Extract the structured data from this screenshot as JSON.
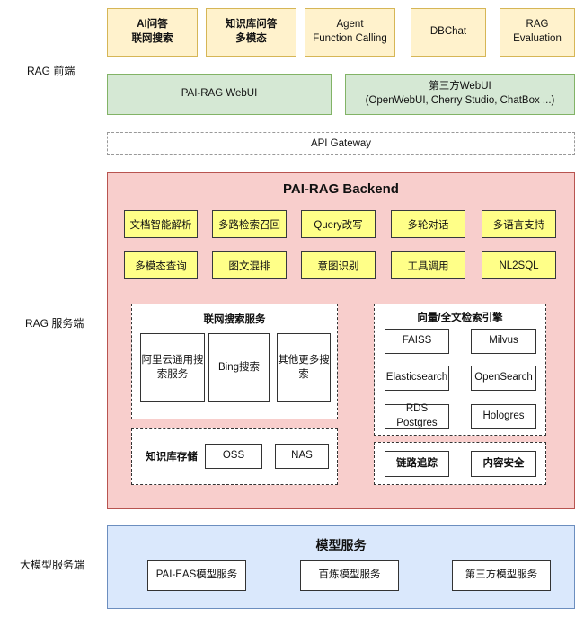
{
  "tiers": {
    "frontend": "RAG 前端",
    "service": "RAG 服务端",
    "model": "大模型服务端"
  },
  "frontend": {
    "apps": [
      "AI问答\n联网搜索",
      "知识库问答\n多模态",
      "Agent\nFunction Calling",
      "DBChat",
      "RAG\nEvaluation"
    ],
    "webui": "PAI-RAG WebUI",
    "third_party_webui": "第三方WebUI\n(OpenWebUI, Cherry Studio, ChatBox ...)",
    "gateway": "API Gateway"
  },
  "backend": {
    "title": "PAI-RAG Backend",
    "features_row1": [
      "文档智能解析",
      "多路检索召回",
      "Query改写",
      "多轮对话",
      "多语言支持"
    ],
    "features_row2": [
      "多模态查询",
      "图文混排",
      "意图识别",
      "工具调用",
      "NL2SQL"
    ],
    "web_search": {
      "title": "联网搜索服务",
      "items": [
        "阿里云通用搜\n索服务",
        "Bing搜索",
        "其他更多搜\n索"
      ]
    },
    "vector_search": {
      "title": "向量/全文检索引擎",
      "items": [
        "FAISS",
        "Milvus",
        "Elasticsearch",
        "OpenSearch",
        "RDS Postgres",
        "Hologres"
      ]
    },
    "kb_storage": {
      "title": "知识库存储",
      "items": [
        "OSS",
        "NAS"
      ]
    },
    "ops": [
      "链路追踪",
      "内容安全"
    ]
  },
  "model_service": {
    "title": "模型服务",
    "items": [
      "PAI-EAS模型服务",
      "百炼模型服务",
      "第三方模型服务"
    ]
  }
}
